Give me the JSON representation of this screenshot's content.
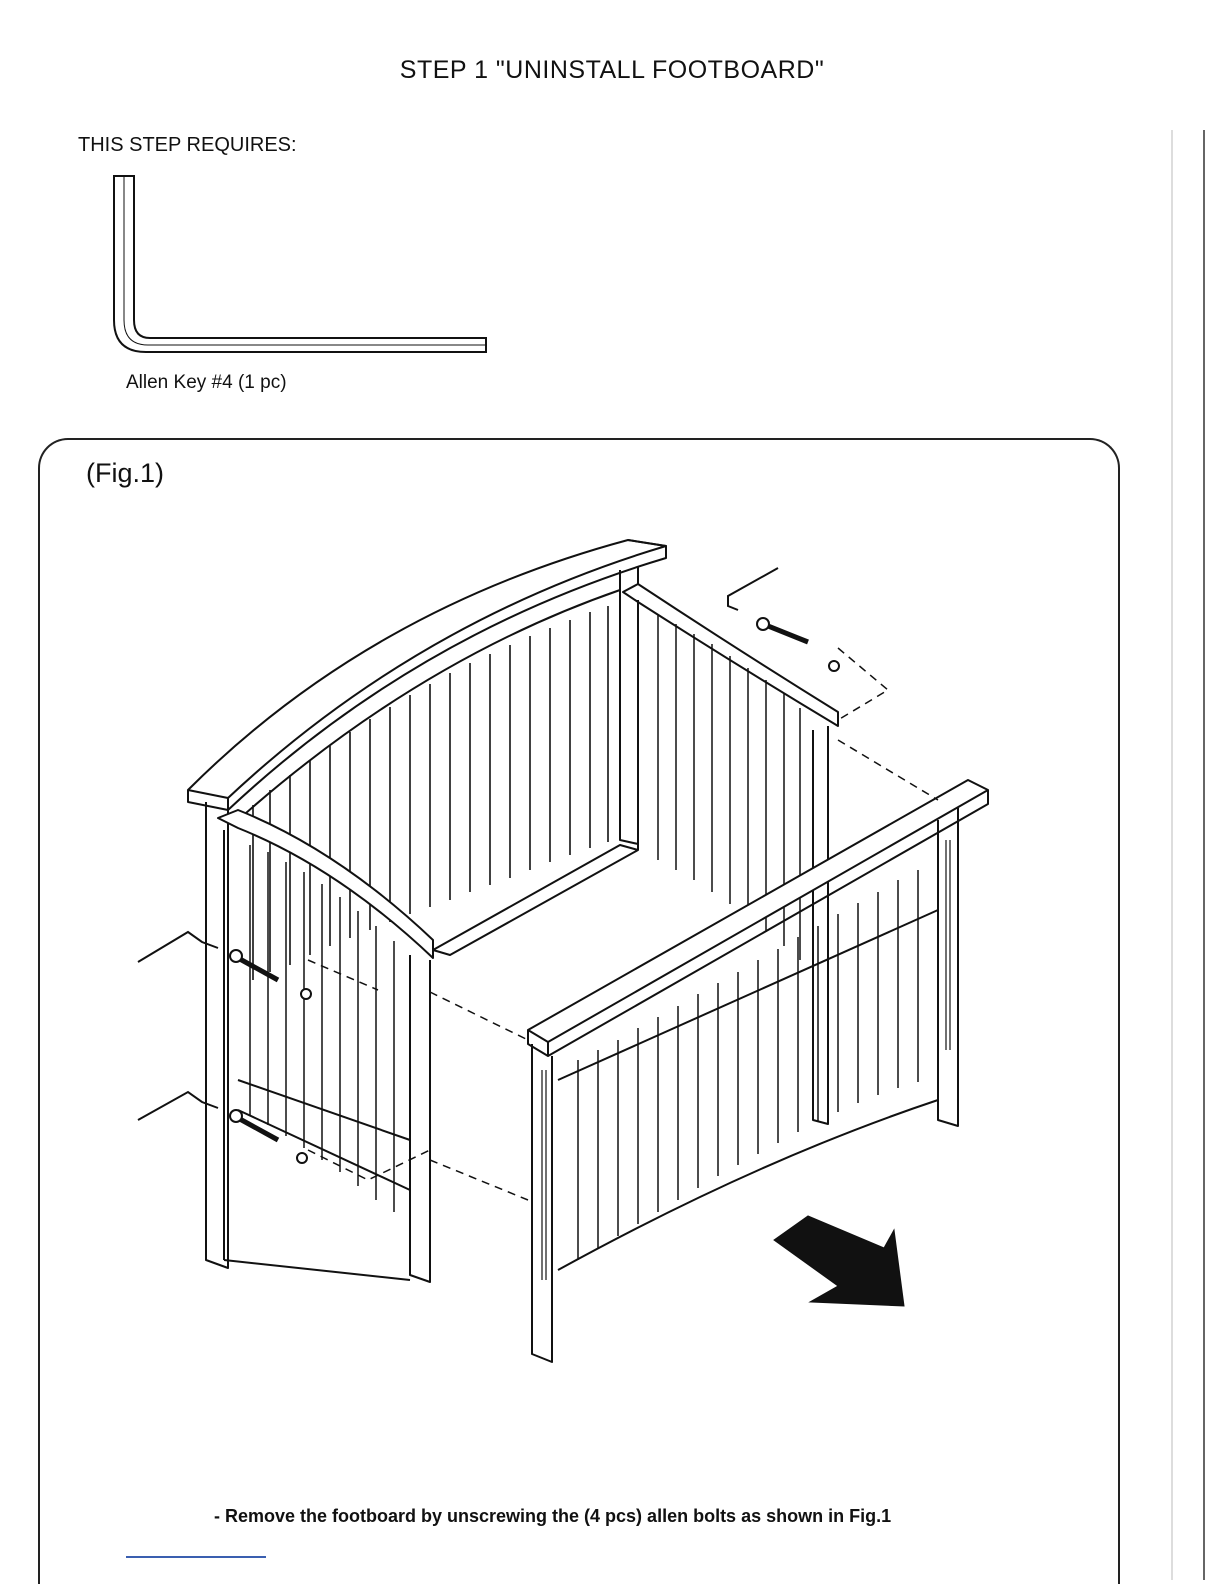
{
  "page": {
    "title": "STEP 1 \"UNINSTALL FOOTBOARD\"",
    "requires_label": "THIS STEP REQUIRES:",
    "tool": {
      "icon": "allen-key-icon",
      "caption": "Allen Key #4 (1 pc)"
    },
    "figure": {
      "label": "(Fig.1)",
      "icon": "crib-assembly-diagram",
      "arrow_icon": "direction-arrow-icon"
    },
    "instruction": "- Remove the footboard by unscrewing the (4 pcs) allen bolts as shown in Fig.1"
  }
}
